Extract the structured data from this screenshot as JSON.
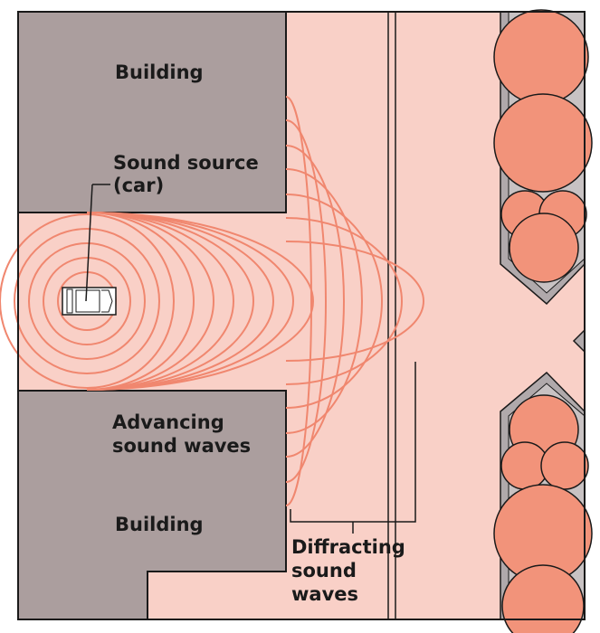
{
  "labels": {
    "building_top": "Building",
    "sound_source_line1": "Sound source",
    "sound_source_line2": "(car)",
    "advancing_line1": "Advancing",
    "advancing_line2": "sound waves",
    "building_bottom": "Building",
    "diffracting_line1": "Diffracting",
    "diffracting_line2": "sound",
    "diffracting_line3": "waves"
  },
  "colors": {
    "ground": "#f9d0c7",
    "building": "#ab9e9e",
    "wave": "#f0876f",
    "tree": "#f2937a",
    "planter_gray": "#b0a9ab",
    "outline": "#1a1a1a"
  },
  "icons": {
    "car": "car-icon",
    "tree": "tree-icon"
  }
}
